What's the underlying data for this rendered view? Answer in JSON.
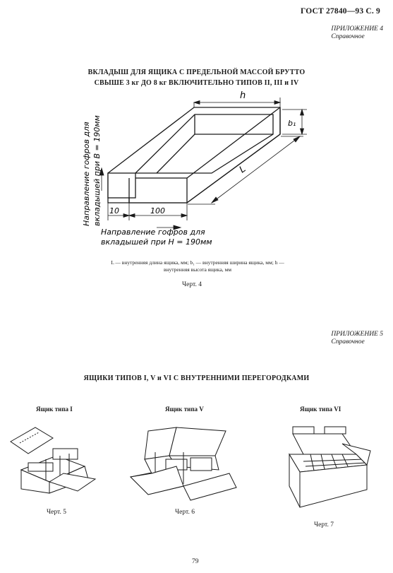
{
  "header": {
    "title": "ГОСТ 27840—93 С. 9"
  },
  "appendix4": {
    "label": "ПРИЛОЖЕНИЕ 4",
    "kind": "Справочное"
  },
  "section4": {
    "title_line1": "ВКЛАДЫШ ДЛЯ ЯЩИКА С ПРЕДЕЛЬНОЙ МАССОЙ БРУТТО",
    "title_line2": "СВЫШЕ 3 кг ДО 8 кг ВКЛЮЧИТЕЛЬНО ТИПОВ II, III и IV"
  },
  "figure4": {
    "label_h": "h",
    "label_b1": "b₁",
    "label_L": "L",
    "dim_10": "10",
    "dim_100": "100",
    "vertical_note_line1": "Направление гофров для",
    "vertical_note_line2": "вкладышей при В = 190мм",
    "horizontal_note_line1": "Направление гофров для",
    "horizontal_note_line2": "вкладышей при Н = 190мм",
    "legend_line1": "L — внутренняя длина ящика, мм; b₁ — внутренняя ширина ящика, мм; h —",
    "legend_line2": "внутренняя высота ящика, мм",
    "caption": "Черт. 4"
  },
  "appendix5": {
    "label": "ПРИЛОЖЕНИЕ 5",
    "kind": "Справочное"
  },
  "section5": {
    "title": "ЯЩИКИ ТИПОВ I, V и VI С ВНУТРЕННИМИ ПЕРЕГОРОДКАМИ"
  },
  "boxes": [
    {
      "title": "Ящик типа I",
      "caption": "Черт. 5"
    },
    {
      "title": "Ящик типа V",
      "caption": "Черт. 6"
    },
    {
      "title": "Ящик типа VI",
      "caption": "Черт. 7"
    }
  ],
  "page_number": "79"
}
